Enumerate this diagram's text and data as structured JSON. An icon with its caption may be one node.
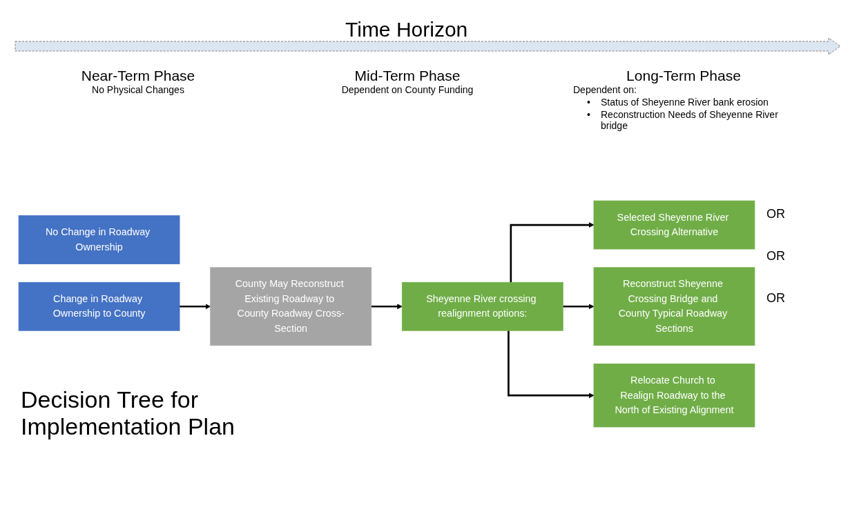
{
  "diagram": {
    "title": "Decision Tree for Implementation Plan",
    "nodes": [
      {
        "text": [
          "No Change in Roadway Ownership"
        ]
      },
      {
        "text": [
          "Change in Roadway Ownership to County"
        ]
      },
      {
        "text": [
          "County May Reconstruct Existing Roadway to County Roadway Cross-Section"
        ]
      },
      {
        "text": [
          "Sheyenne River crossing realignment options:"
        ]
      },
      {
        "text": [
          "Selected Sheyenne River Crossing Alternative"
        ]
      },
      {
        "text": [
          "Reconstruct Sheyenne Crossing Bridge and County Typical Roadway Sections"
        ]
      },
      {
        "text": [
          "Relocate Church to Realign Roadway to the North of Existing Alignment"
        ]
      }
    ],
    "edges": [
      {
        "from": 1,
        "to": 2,
        "arrow": "to"
      },
      {
        "from": 2,
        "to": 3,
        "arrow": "to"
      },
      {
        "from": 3,
        "to": 4,
        "arrow": "to"
      },
      {
        "from": 3,
        "to": 5,
        "arrow": "to"
      },
      {
        "from": 3,
        "to": 6,
        "arrow": "to"
      }
    ],
    "labels": [
      "Time Horizon",
      "Near-Term Phase",
      "No Physical Changes",
      "Mid-Term Phase",
      "Dependent on County Funding",
      "Long-Term Phase",
      "Dependent on:",
      "•",
      "Status of Sheyenne River bank erosion",
      "•",
      "Reconstruction Needs of Sheyenne River bridge",
      "OR",
      "OR",
      "OR"
    ]
  }
}
